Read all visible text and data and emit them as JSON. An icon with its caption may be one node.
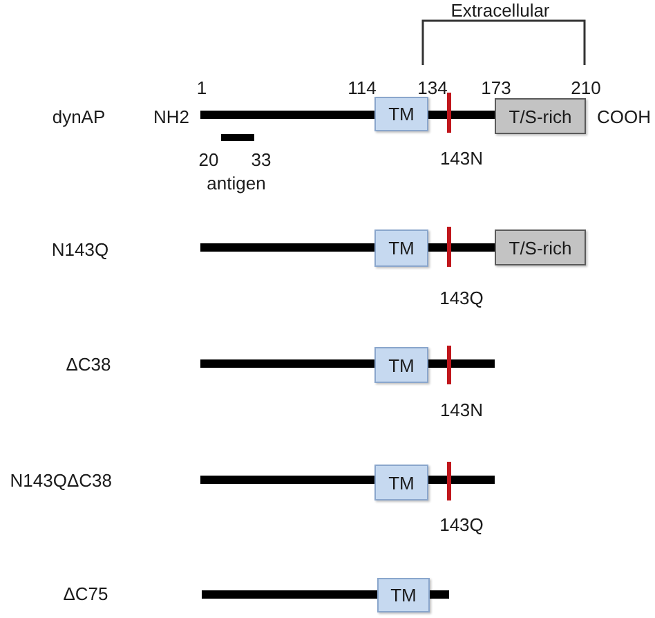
{
  "diagram": {
    "nodes": [
      {
        "text": [
          "TM"
        ]
      },
      {
        "text": [
          "T/S-rich"
        ]
      },
      {
        "text": [
          "TM"
        ]
      },
      {
        "text": [
          "T/S-rich"
        ]
      },
      {
        "text": [
          "TM"
        ]
      },
      {
        "text": [
          "TM"
        ]
      },
      {
        "text": [
          "TM"
        ]
      }
    ],
    "labels": [
      "Extracellular",
      "1",
      "114",
      "134",
      "173",
      "210",
      "dynAP",
      "NH2",
      "COOH",
      "20",
      "33",
      "143N",
      "antigen",
      "N143Q",
      "143Q",
      "ΔC38",
      "143N",
      "N143QΔC38",
      "143Q",
      "ΔC75"
    ]
  }
}
